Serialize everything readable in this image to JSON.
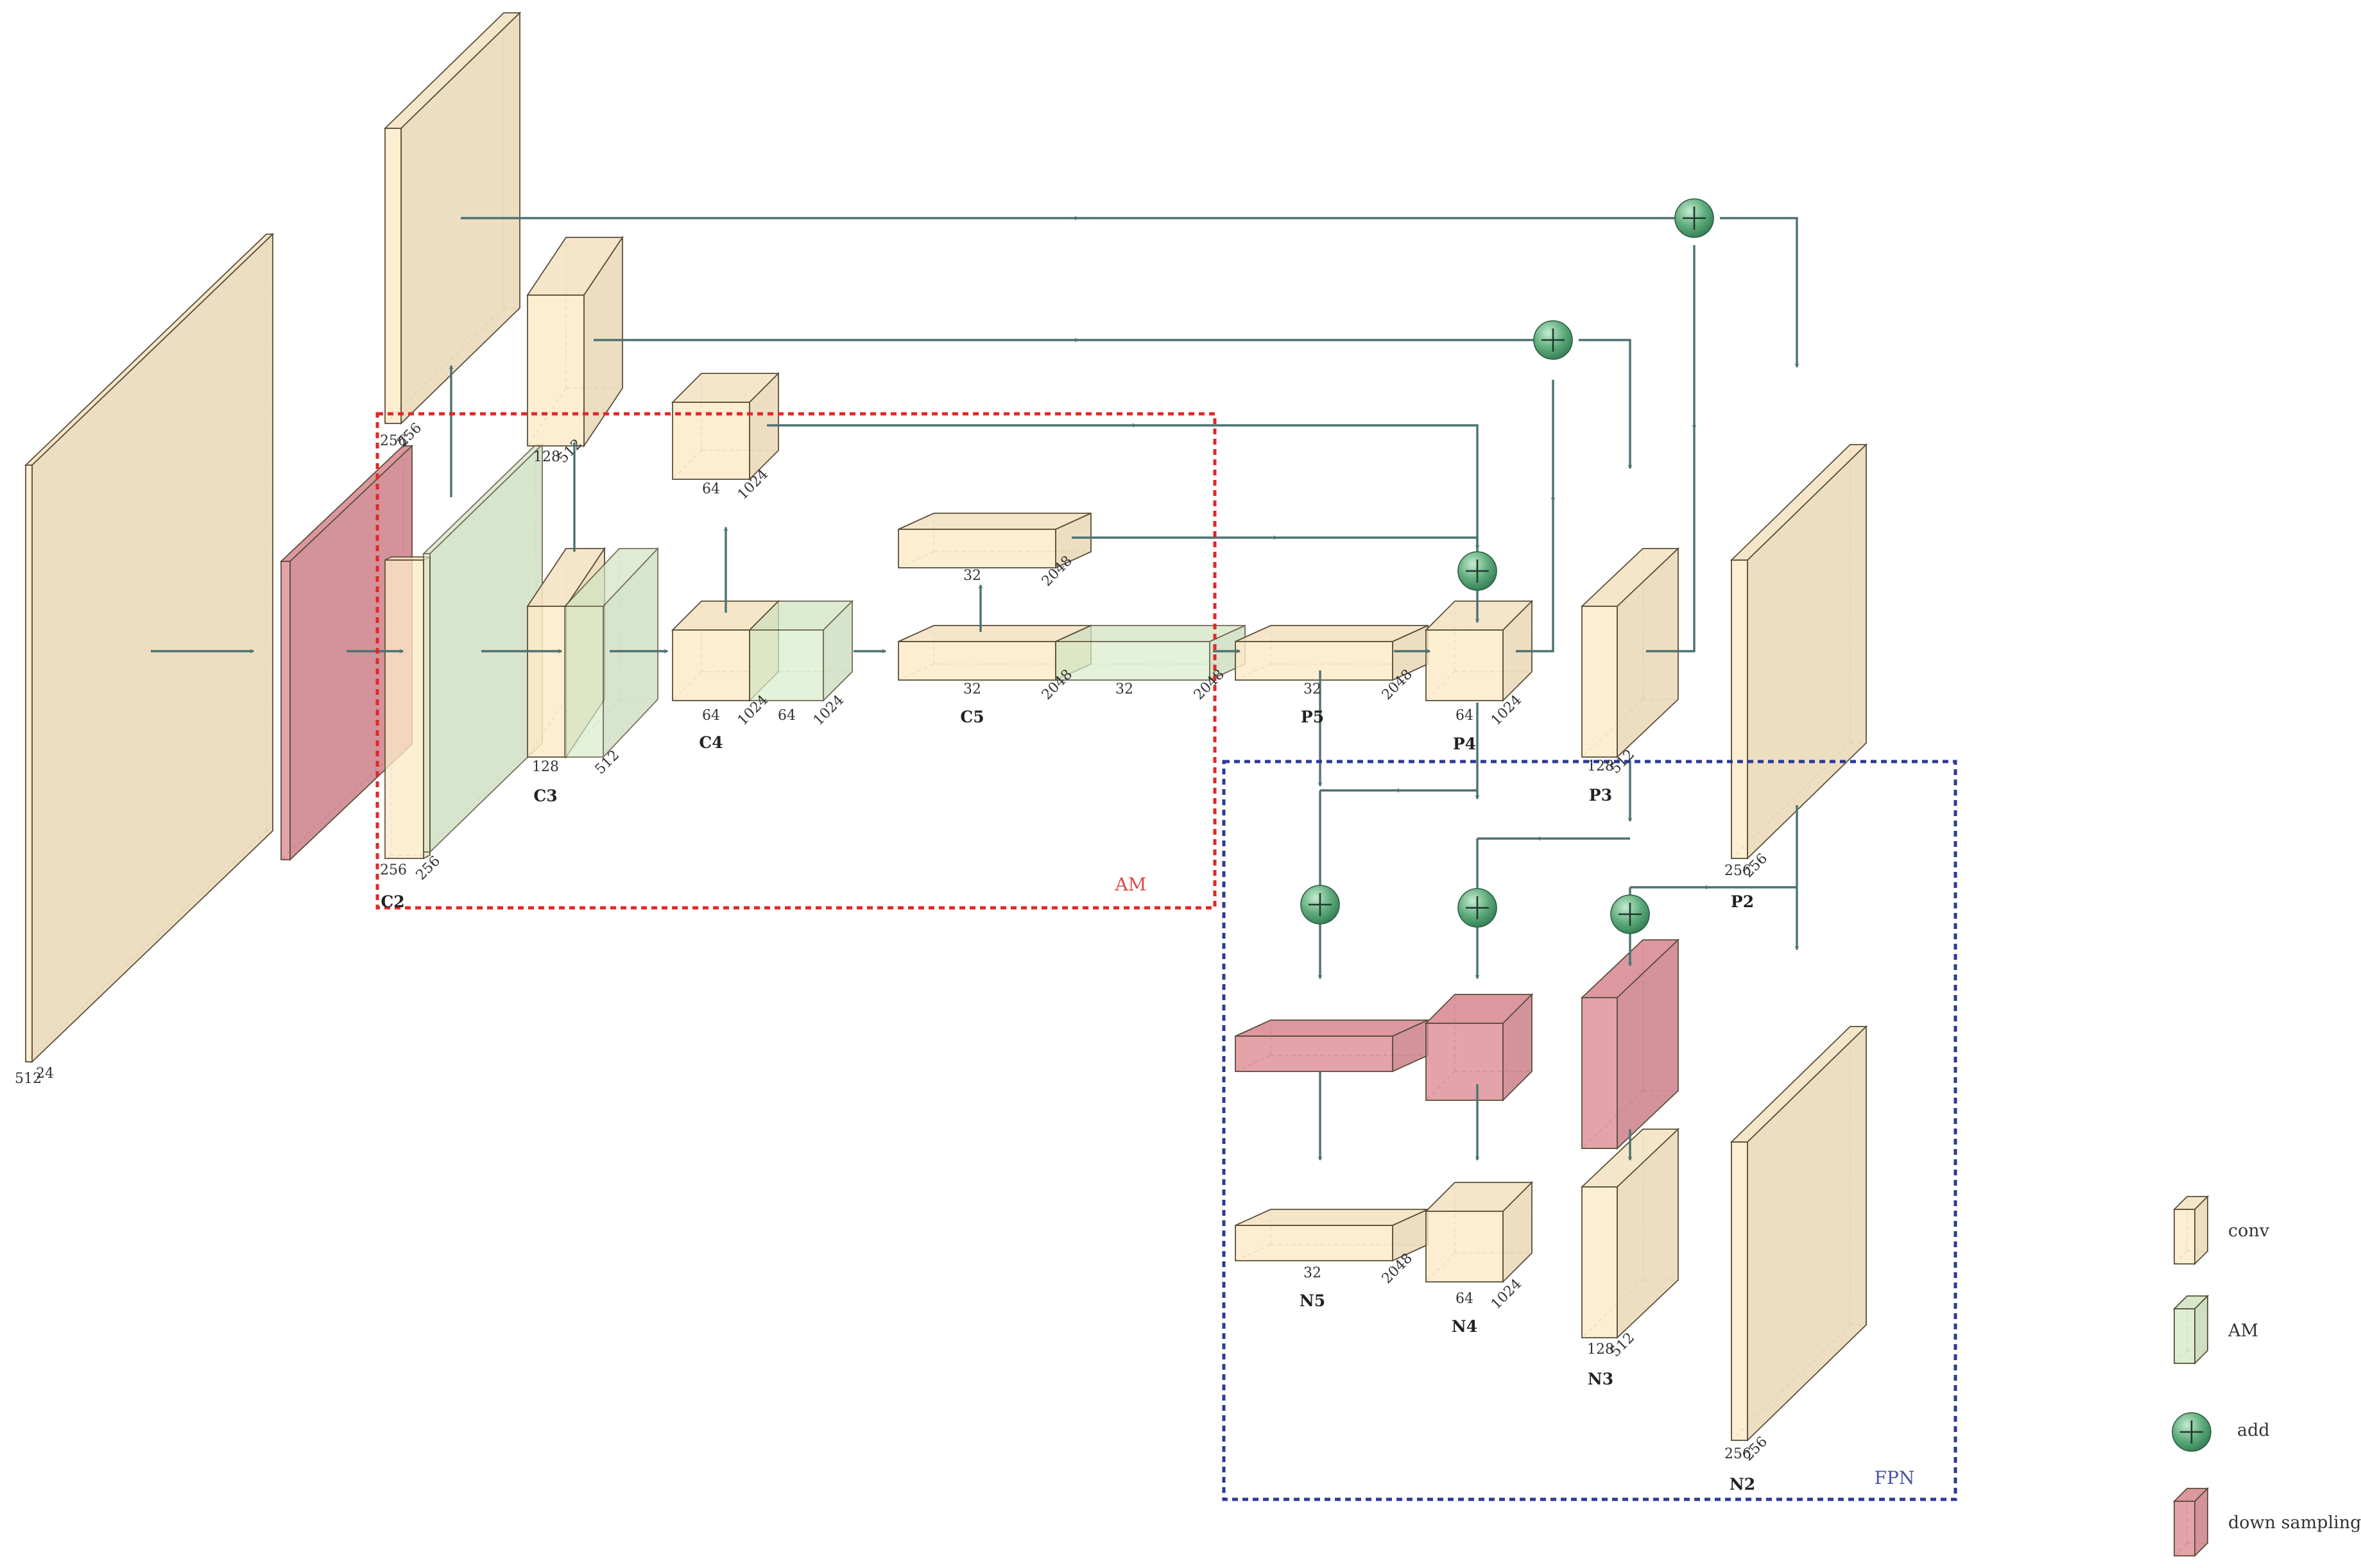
{
  "colors": {
    "conv": "#fdeac8",
    "am": "#d7ebc7",
    "add": "#5daa7a",
    "down_sampling": "#de8d96",
    "arrow": "#4c7272",
    "am_box": "#e02828",
    "fpn_box": "#2c3a96"
  },
  "layers": {
    "C2": "C2",
    "C3": "C3",
    "C4": "C4",
    "C5": "C5",
    "P2": "P2",
    "P3": "P3",
    "P4": "P4",
    "P5": "P5",
    "N2": "N2",
    "N3": "N3",
    "N4": "N4",
    "N5": "N5"
  },
  "dims": {
    "d512": "512",
    "d24": "24",
    "d256": "256",
    "d128": "128",
    "d64": "64",
    "d1024": "1024",
    "d32": "32",
    "d2048": "2048"
  },
  "regions": {
    "am": "AM",
    "fpn": "FPN"
  },
  "legend": {
    "conv": "conv",
    "am": "AM",
    "add": "add",
    "down_sampling": "down sampling"
  }
}
